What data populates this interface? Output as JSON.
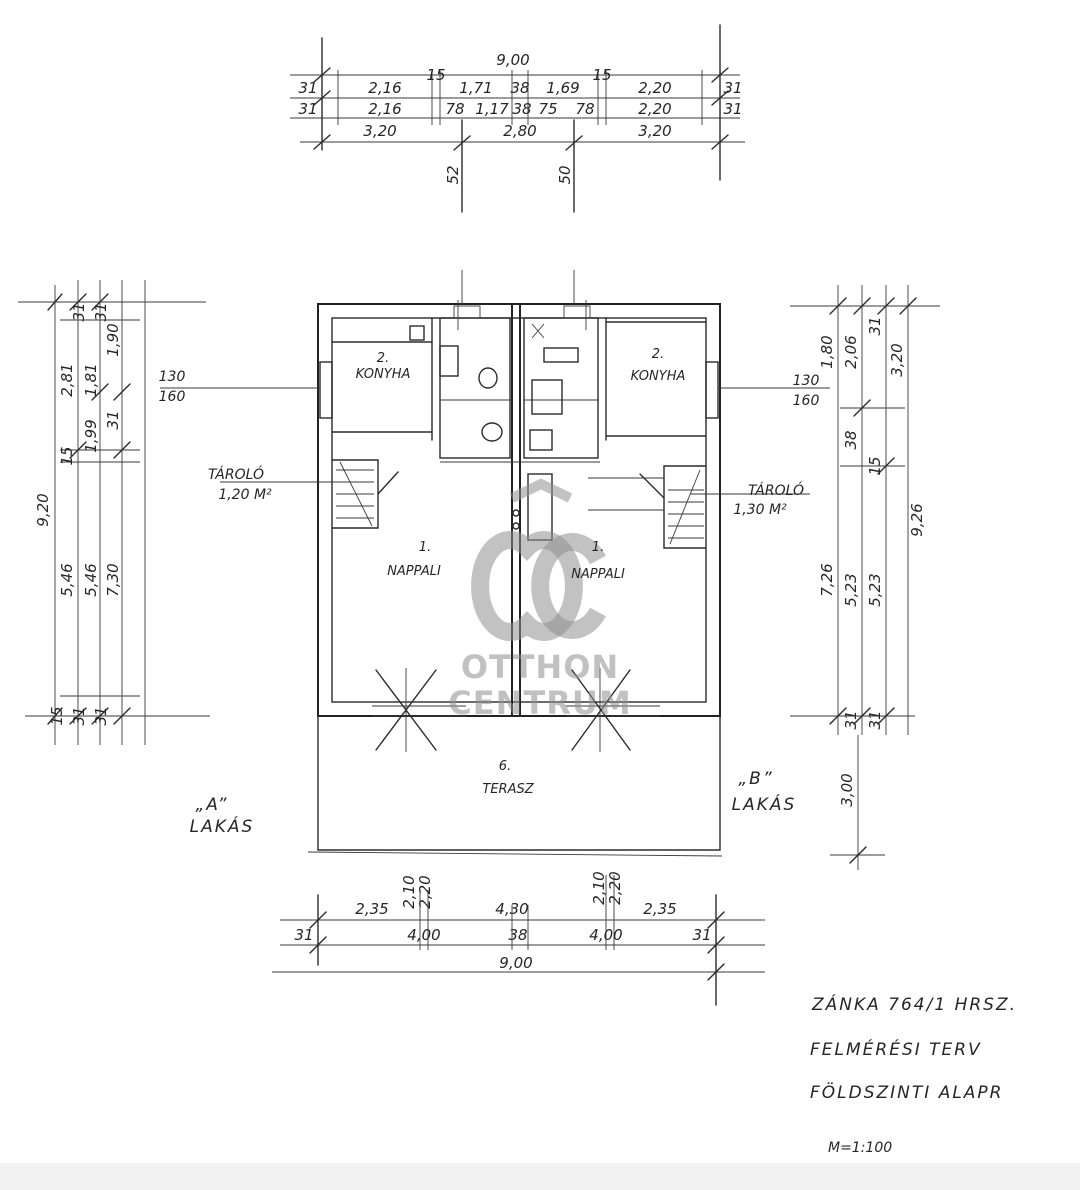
{
  "dimensions": {
    "top_total": "9,00",
    "top_row1": [
      "31",
      "2,16",
      "15",
      "1,71",
      "38",
      "1,69",
      "15",
      "2,20",
      "31"
    ],
    "top_row2": [
      "31",
      "2,16",
      "78",
      "1,17",
      "38",
      "75",
      "78",
      "2,20",
      "31"
    ],
    "top_row3": [
      "3,20",
      "2,80",
      "3,20"
    ],
    "top_small": [
      "52",
      "50"
    ],
    "left_cols": [
      "9,20",
      "5,46",
      "5,46",
      "7,30",
      "2,81",
      "1,81",
      "1,90",
      "15",
      "1,99",
      "31",
      "31",
      "31",
      "31",
      "15",
      "31"
    ],
    "right_cols": [
      "3,20",
      "9,26",
      "5,23",
      "5,23",
      "7,26",
      "1,80",
      "2,06",
      "38",
      "15",
      "31",
      "31",
      "31"
    ],
    "right_bottom": "3,00",
    "bottom_row1": [
      "2,35",
      "2,10",
      "2,20",
      "4,30",
      "2,10",
      "2,20",
      "2,35"
    ],
    "bottom_row2": [
      "31",
      "4,00",
      "38",
      "4,00",
      "31"
    ],
    "bottom_total": "9,00",
    "window_left": [
      "130",
      "160"
    ],
    "window_right": [
      "130",
      "160"
    ]
  },
  "rooms": {
    "kitchen_a": {
      "number": "2.",
      "name": "KONYHA"
    },
    "kitchen_b": {
      "number": "2.",
      "name": "KONYHA"
    },
    "living_a": {
      "number": "1.",
      "name": "NAPPALI"
    },
    "living_b": {
      "number": "1.",
      "name": "NAPPALI"
    },
    "terrace": {
      "number": "6.",
      "name": "TERASZ"
    },
    "storage_a": {
      "name": "TÁROLÓ",
      "area": "1,20 M²"
    },
    "storage_b": {
      "name": "TÁROLÓ",
      "area": "1,30 M²"
    }
  },
  "units": {
    "a": {
      "letter": "„A”",
      "name": "LAKÁS"
    },
    "b": {
      "letter": "„B”",
      "name": "LAKÁS"
    }
  },
  "title_block": {
    "line1": "ZÁNKA 764/1 HRSZ.",
    "line2": "FELMÉRÉSI TERV",
    "line3": "FÖLDSZINTI ALAPR",
    "line4": "M=1:100"
  },
  "watermark": {
    "logo": "OC",
    "line1": "OTTHON",
    "line2": "CENTRUM"
  }
}
